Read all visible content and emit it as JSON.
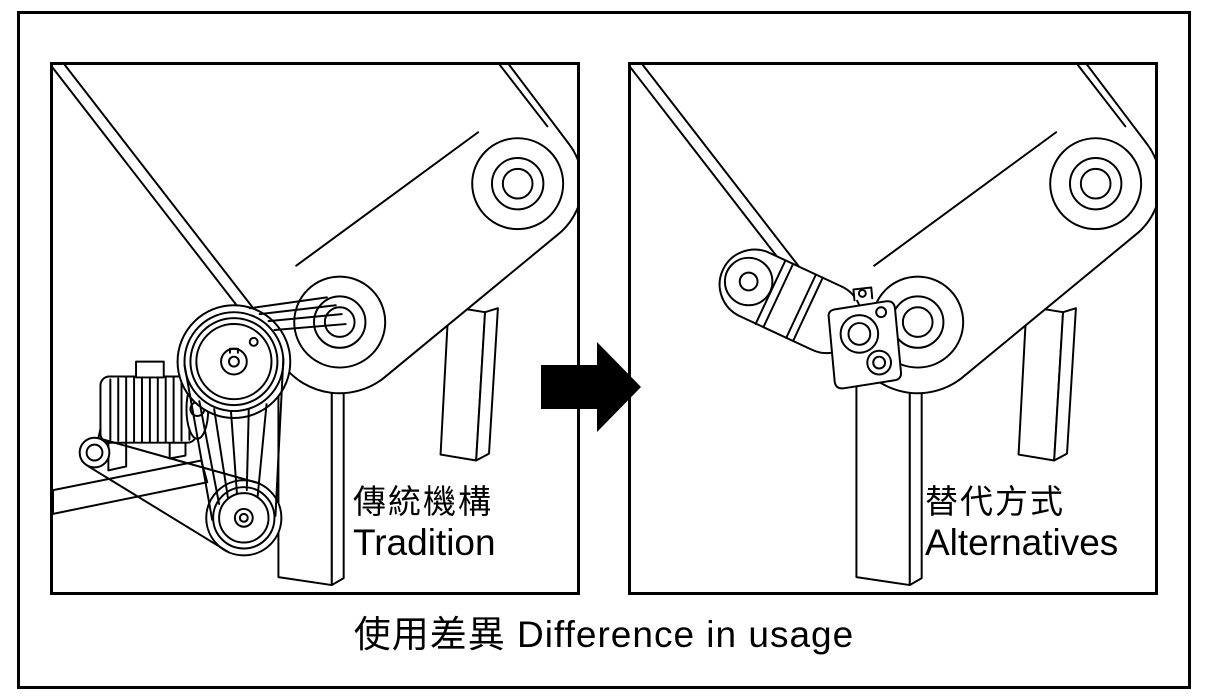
{
  "figure": {
    "caption": "使用差異 Difference in usage"
  },
  "panels": {
    "left": {
      "label_zh": "傳統機構",
      "label_en": "Tradition"
    },
    "right": {
      "label_zh": "替代方式",
      "label_en": "Alternatives"
    }
  },
  "icons": {
    "arrow": "right-arrow"
  },
  "colors": {
    "line": "#000000",
    "background": "#ffffff",
    "arrow": "#000000"
  }
}
